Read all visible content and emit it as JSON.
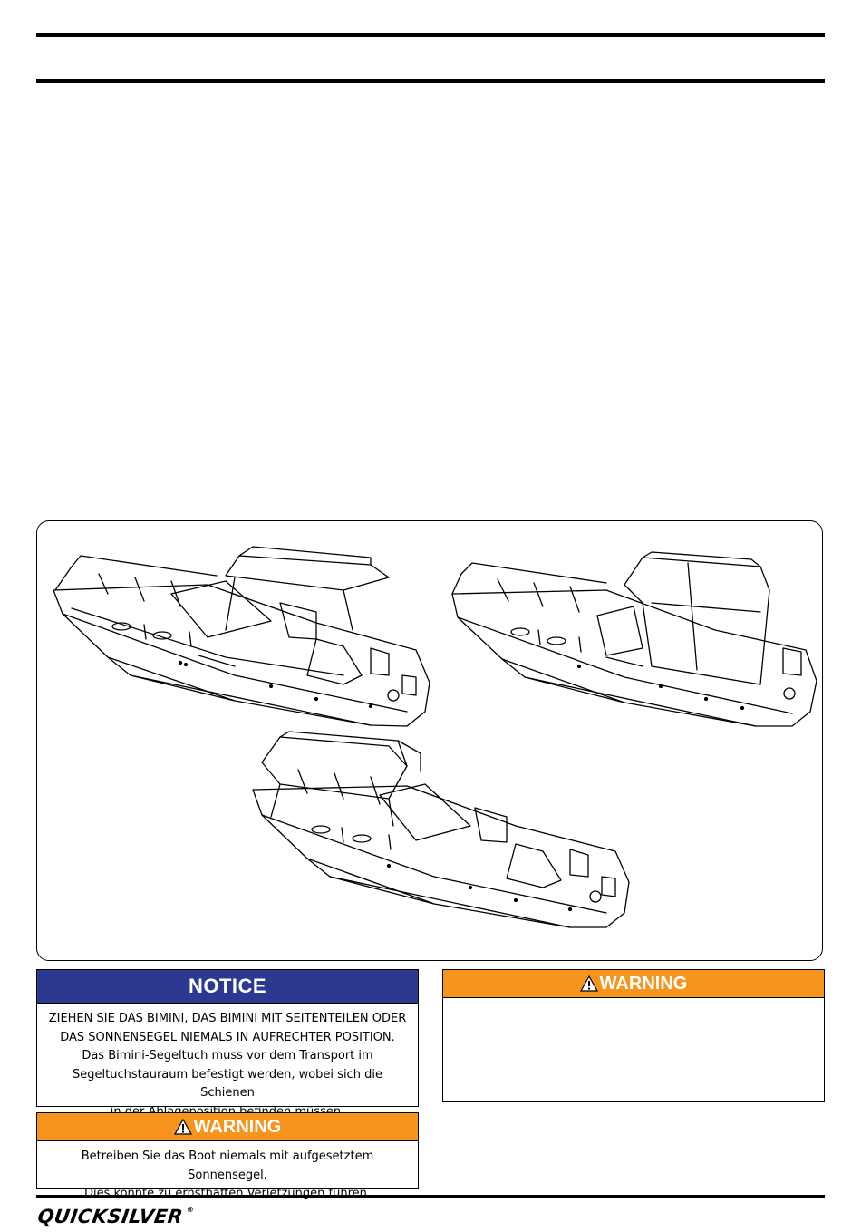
{
  "notice": {
    "heading": "NOTICE",
    "lines": [
      "ZIEHEN SIE DAS BIMINI, DAS BIMINI MIT SEITENTEILEN ODER",
      "DAS SONNENSEGEL NIEMALS IN AUFRECHTER POSITION.",
      "Das Bimini-Segeltuch muss vor dem Transport im",
      "Segeltuchstauraum befestigt werden, wobei sich die Schienen",
      "in der Ablageposition befinden müssen."
    ]
  },
  "warning_left": {
    "heading": "WARNING",
    "lines": [
      "Betreiben Sie das Boot niemals mit aufgesetztem Sonnensegel.",
      "Dies könnte zu ernsthaften Verletzungen führen."
    ]
  },
  "warning_right": {
    "heading": "WARNING"
  },
  "footer": {
    "brand": "QUICKSILVER",
    "registered": "®"
  },
  "colors": {
    "notice_blue": "#2b3990",
    "warning_orange": "#f7941d"
  },
  "icons": [
    "warning-triangle-icon",
    "boat-bimini-illustration",
    "boat-enclosure-illustration",
    "boat-sunshade-illustration"
  ]
}
